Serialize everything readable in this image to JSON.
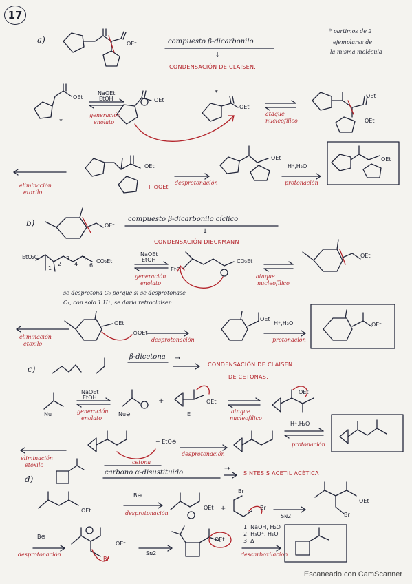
{
  "problem_number": "17",
  "footer": "Escaneado con CamScanner",
  "a": {
    "label": "a)",
    "title": "compuesto β-dicarbonilo",
    "arrow": "↓",
    "reaction": "CONDENSACIÓN DE CLAISEN.",
    "note": [
      "* partimos de 2",
      "ejemplares de",
      "la misma molécula"
    ],
    "star": "*",
    "reagent": [
      "NaOEt",
      "EtOH"
    ],
    "step1": [
      "generación",
      "enolato"
    ],
    "step2": [
      "ataque",
      "nucleofílico"
    ],
    "step3": [
      "eliminación",
      "etoxilo"
    ],
    "step4": "desprotonación",
    "step5": "protonación",
    "product_reagent": "H⁺,H₂O",
    "oet": "OEt",
    "eto_minus": "+ ⊖OEt"
  },
  "b": {
    "label": "b)",
    "title": "compuesto β-dicarbonilo cíclico",
    "arrow": "↓",
    "reaction": "CONDENSACIÓN DIECKMANN",
    "reagent": [
      "NaOEt",
      "EtOH"
    ],
    "step1": [
      "generación",
      "enolato"
    ],
    "step2": [
      "ataque",
      "nucleofílico"
    ],
    "note": [
      "se desprotona C₆ porque si se desprotonase",
      "C₁, con solo 1 H⁺, se daría retroclaisen."
    ],
    "step3": [
      "eliminación",
      "etoxilo"
    ],
    "step4": "desprotonación",
    "step5": "protonación",
    "product_reagent": "H⁺,H₂O",
    "start_label": "EtO₂C",
    "co2et": "CO₂Et",
    "eto": "EtO",
    "oet": "OEt",
    "eto_minus": "+ ⊖OEt",
    "ring_numbers": [
      "1",
      "2",
      "3",
      "4",
      "5",
      "6"
    ]
  },
  "c": {
    "label": "c)",
    "title": "β-dicetona",
    "arrow": "→",
    "reaction": [
      "CONDENSACIÓN DE CLAISEN",
      "DE CETONAS."
    ],
    "reagent": [
      "NaOEt",
      "EtOH"
    ],
    "step1": [
      "generación",
      "enolato"
    ],
    "step2": [
      "ataque",
      "nucleofílico"
    ],
    "step3": [
      "eliminación",
      "etoxilo"
    ],
    "step4": "desprotonación",
    "step5": "protonación",
    "product_reagent": "H⁺,H₂O",
    "nu": "Nu",
    "nu_minus": "Nu⊖",
    "e": "E",
    "oet": "OEt",
    "eto": "+ EtO⊖"
  },
  "d": {
    "label": "d)",
    "title_top": "cetona",
    "title": "carbono α-disustituido",
    "arrow": "→",
    "reaction": "SÍNTESIS ACETIL ACÉTICA",
    "base": "B⊖",
    "step1": "desprotonación",
    "step2": "Sɴ2",
    "step3": "desprotonación",
    "step4": "Sɴ2",
    "step5": "descarboxilación",
    "conditions": [
      "1. NaOH, H₂O",
      "2. H₃O⁺, H₂O",
      "3. Δ"
    ],
    "br": "Br",
    "oet": "OEt"
  },
  "colors": {
    "ink": "#1e2130",
    "red": "#b3232a",
    "paper": "#f4f3ef"
  }
}
